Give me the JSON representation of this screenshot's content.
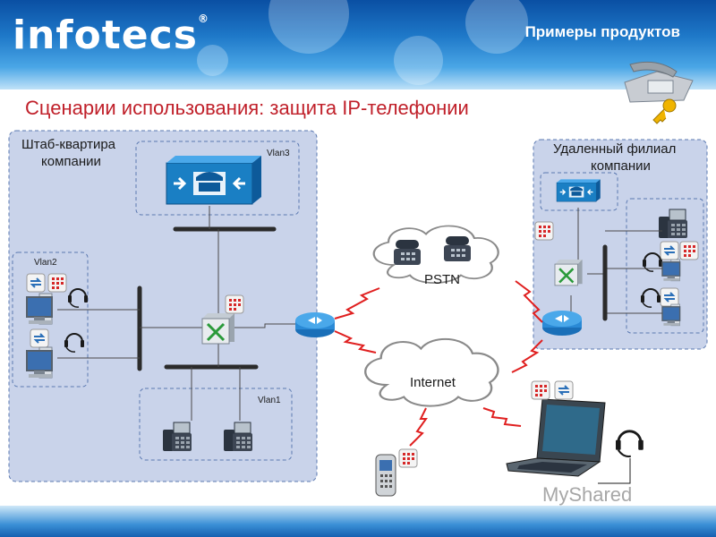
{
  "header": {
    "logo_text": "infotecs",
    "logo_mark": "®",
    "section_label": "Примеры продуктов"
  },
  "title": "Сценарии использования: защита IP-телефонии",
  "zones": {
    "hq": {
      "label_line1": "Штаб-квартира",
      "label_line2": "компании"
    },
    "branch": {
      "label_line1": "Удаленный филиал",
      "label_line2": "компании"
    }
  },
  "vlans": {
    "vlan3": "Vlan3",
    "vlan2": "Vlan2",
    "vlan1": "Vlan1"
  },
  "clouds": {
    "pstn": "PSTN",
    "internet": "Internet"
  },
  "watermark": "MyShared",
  "colors": {
    "title": "#c0202a",
    "zone_fill": "#c9d3ea",
    "zone_border": "#5a78b0",
    "device_blue": "#1a7fc4",
    "link_red": "#e02020",
    "header_blue": "#1e78c8"
  },
  "icons": [
    "phone-key-icon",
    "ip-phone-icon",
    "pc-icon",
    "headset-icon",
    "switch-icon",
    "router-icon",
    "firewall-icon",
    "laptop-icon",
    "mobile-phone-icon",
    "call-manager-icon"
  ]
}
